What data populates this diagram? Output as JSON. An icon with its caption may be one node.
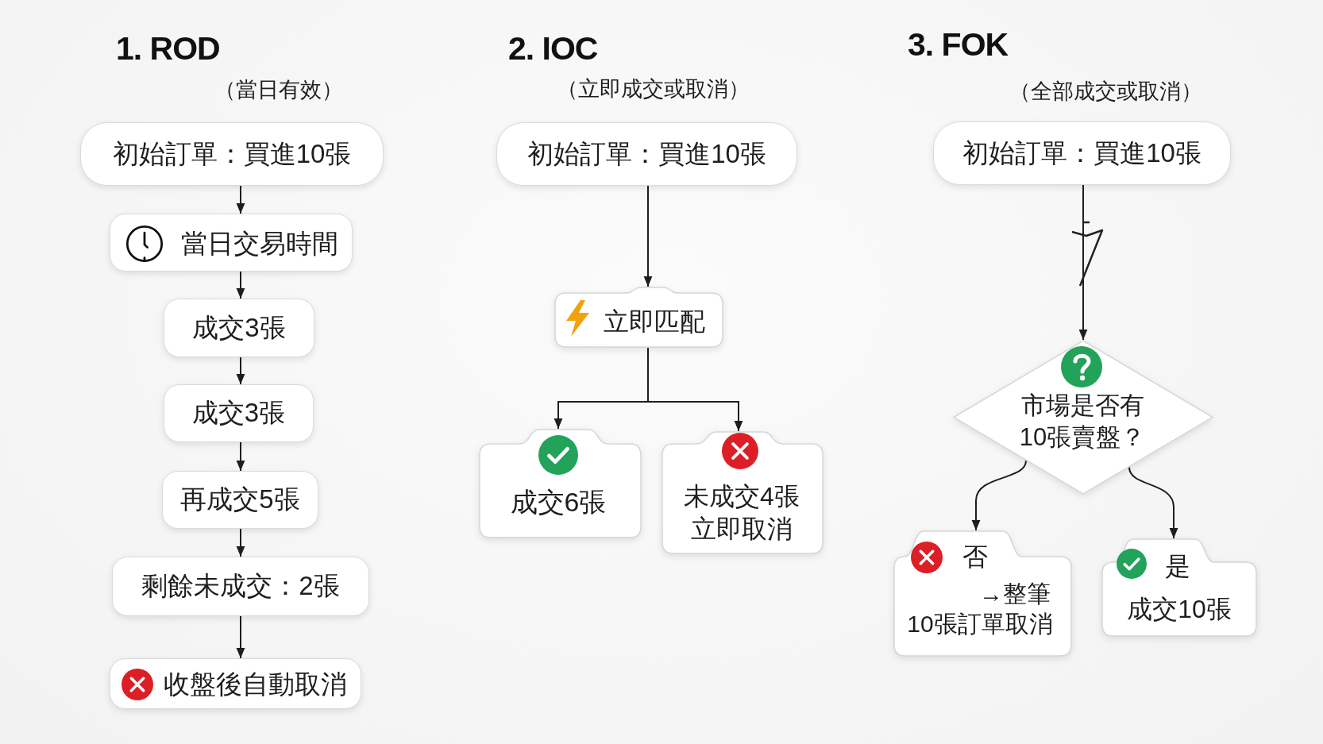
{
  "diagram": {
    "nodes": [
      {
        "text": [
          "初始訂單：買進10張"
        ]
      },
      {
        "text": [
          "當日交易時間"
        ]
      },
      {
        "text": [
          "成交3張"
        ]
      },
      {
        "text": [
          "成交3張"
        ]
      },
      {
        "text": [
          "再成交5張"
        ]
      },
      {
        "text": [
          "剩餘未成交：2張"
        ]
      },
      {
        "text": [
          "收盤後自動取消"
        ]
      },
      {
        "text": [
          "初始訂單：買進10張"
        ]
      },
      {
        "text": [
          "立即匹配"
        ]
      },
      {
        "text": [
          "成交6張"
        ]
      },
      {
        "text": [
          "未成交4張立即取消"
        ]
      },
      {
        "text": [
          "初始訂單：買進10張"
        ]
      },
      {
        "text": [
          "市場是否有10張賣盤？"
        ]
      },
      {
        "text": [
          "否",
          "→整筆10張訂單取消"
        ]
      },
      {
        "text": [
          "是",
          "成交10張"
        ]
      }
    ],
    "edges": [
      {
        "from": 0,
        "to": 1,
        "arrow": "to"
      },
      {
        "from": 1,
        "to": 2,
        "arrow": "to"
      },
      {
        "from": 2,
        "to": 3,
        "arrow": "to"
      },
      {
        "from": 3,
        "to": 4,
        "arrow": "to"
      },
      {
        "from": 4,
        "to": 5,
        "arrow": "to"
      },
      {
        "from": 5,
        "to": 6,
        "arrow": "to"
      },
      {
        "from": 7,
        "to": 8,
        "arrow": "to"
      },
      {
        "from": 8,
        "to": 9,
        "arrow": "to"
      },
      {
        "from": 8,
        "to": 10,
        "arrow": "to"
      },
      {
        "from": 11,
        "to": 12,
        "arrow": "to"
      },
      {
        "from": 12,
        "to": 13,
        "arrow": "to"
      },
      {
        "from": 12,
        "to": 14,
        "arrow": "to"
      }
    ],
    "labels": [
      "1. ROD",
      "（當日有效）",
      "2. IOC",
      "（立即成交或取消）",
      "3. FOK",
      "（全部成交或取消）"
    ]
  }
}
